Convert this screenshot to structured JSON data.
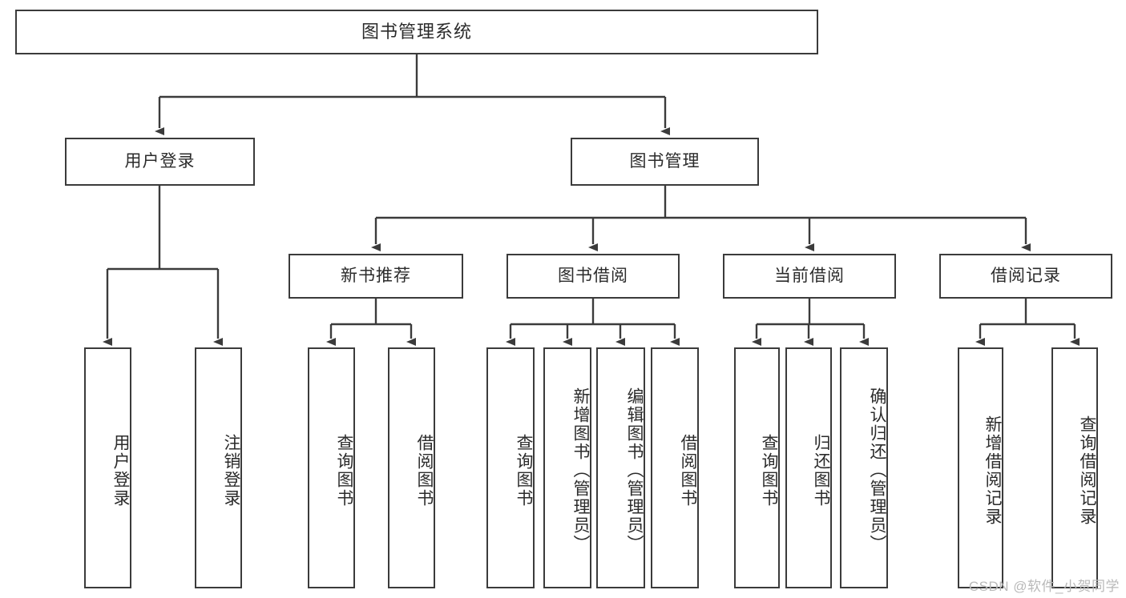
{
  "diagram": {
    "title": "图书管理系统",
    "type": "hierarchy-tree",
    "root": {
      "label": "图书管理系统"
    },
    "level1": [
      {
        "label": "用户登录"
      },
      {
        "label": "图书管理"
      }
    ],
    "level2": [
      {
        "label": "新书推荐"
      },
      {
        "label": "图书借阅"
      },
      {
        "label": "当前借阅"
      },
      {
        "label": "借阅记录"
      }
    ],
    "leaves": {
      "user_login": [
        {
          "label": "用户登录"
        },
        {
          "label": "注销登录"
        }
      ],
      "new_book_recommend": [
        {
          "label": "查询图书"
        },
        {
          "label": "借阅图书"
        }
      ],
      "book_borrow": [
        {
          "label": "查询图书"
        },
        {
          "label": "新增图书（管理员）"
        },
        {
          "label": "编辑图书（管理员）"
        },
        {
          "label": "借阅图书"
        }
      ],
      "current_borrow": [
        {
          "label": "查询图书"
        },
        {
          "label": "归还图书"
        },
        {
          "label": "确认归还（管理员）"
        }
      ],
      "borrow_record": [
        {
          "label": "新增借阅记录"
        },
        {
          "label": "查询借阅记录"
        }
      ]
    }
  },
  "watermark": {
    "text": "CSDN @软件_小贺同学"
  },
  "colors": {
    "stroke": "#3b3b3b",
    "background": "#ffffff",
    "text": "#2b2b2b",
    "watermark": "#b9b9b9"
  }
}
